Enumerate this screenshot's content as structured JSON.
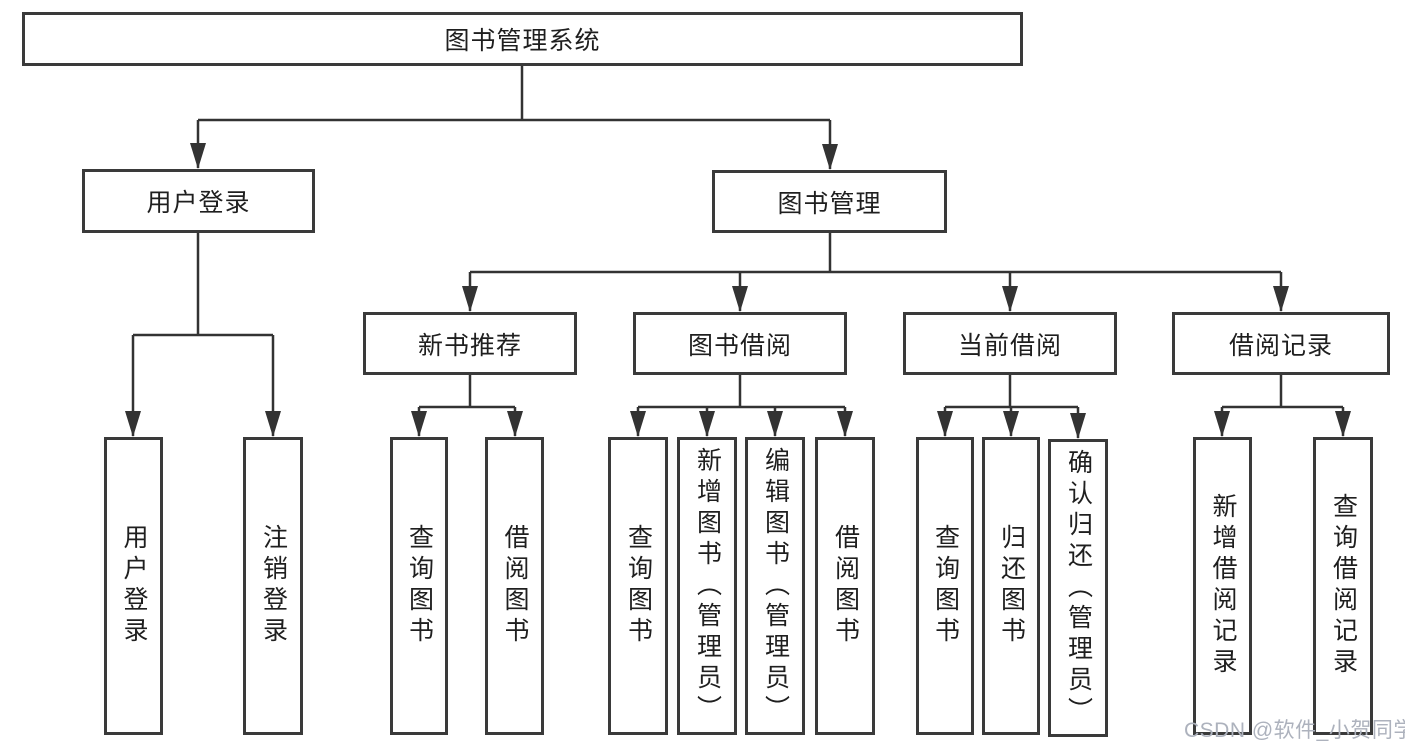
{
  "diagram": {
    "root": {
      "label": "图书管理系统"
    },
    "level2": [
      {
        "label": "用户登录"
      },
      {
        "label": "图书管理"
      }
    ],
    "level3": [
      {
        "label": "新书推荐"
      },
      {
        "label": "图书借阅"
      },
      {
        "label": "当前借阅"
      },
      {
        "label": "借阅记录"
      }
    ],
    "leaves": {
      "user_login": [
        "用户登录",
        "注销登录"
      ],
      "new_book_recommend": [
        "查询图书",
        "借阅图书"
      ],
      "book_borrow": [
        "查询图书",
        "新增图书（管理员）",
        "编辑图书（管理员）",
        "借阅图书"
      ],
      "current_borrow": [
        "查询图书",
        "归还图书",
        "确认归还（管理员）"
      ],
      "borrow_record": [
        "新增借阅记录",
        "查询借阅记录"
      ]
    },
    "watermark": "CSDN @软件_小贺同学",
    "colors": {
      "line": "#333333",
      "box_border": "#3a3a3a",
      "text": "#1f1f1f",
      "watermark": "#adb2bd",
      "background": "#ffffff"
    }
  }
}
